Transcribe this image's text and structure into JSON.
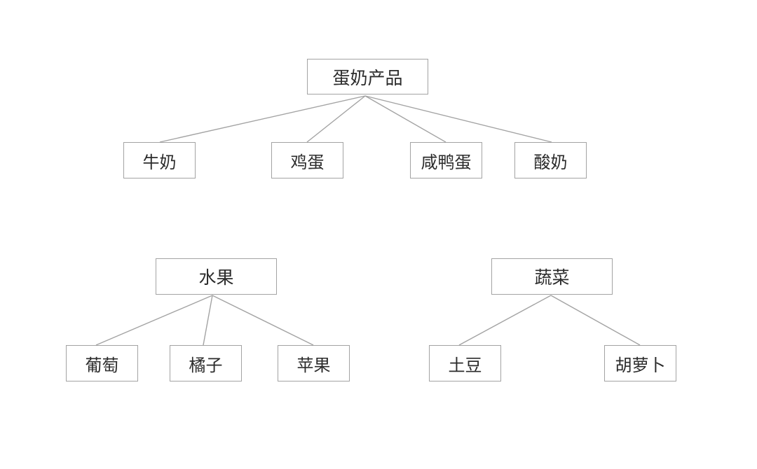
{
  "trees": [
    {
      "root": "蛋奶产品",
      "children": [
        "牛奶",
        "鸡蛋",
        "咸鸭蛋",
        "酸奶"
      ]
    },
    {
      "root": "水果",
      "children": [
        "葡萄",
        "橘子",
        "苹果"
      ]
    },
    {
      "root": "蔬菜",
      "children": [
        "土豆",
        "胡萝卜"
      ]
    }
  ],
  "colors": {
    "border": "#a3a3a3",
    "line": "#a3a3a3",
    "text": "#2b2b2b",
    "background": "#ffffff"
  }
}
